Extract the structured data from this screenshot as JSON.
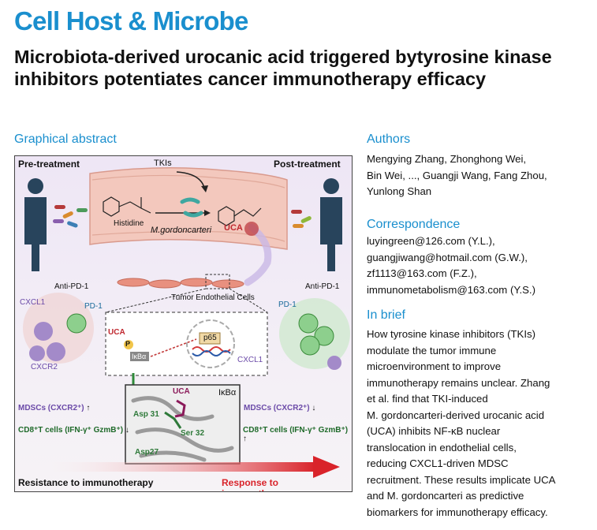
{
  "journal": "Cell Host & Microbe",
  "title": "Microbiota-derived urocanic acid triggered bytyrosine kinase inhibitors potentiates cancer immunotherapy efficacy",
  "graphical_abstract": {
    "heading": "Graphical abstract",
    "pre_treatment": "Pre-treatment",
    "post_treatment": "Post-treatment",
    "tkis": "TKIs",
    "histidine": "Histidine",
    "m_gordoncarteri": "M.gordoncarteri",
    "uca": "UCA",
    "tumor_endothelial_cells": "Tumor Endothelial Cells",
    "anti_pd1_left": "Anti-PD-1",
    "anti_pd1_right": "Anti-PD-1",
    "cxcl1_left": "CXCL1",
    "pd1_left": "PD-1",
    "pd1_right": "PD-1",
    "cxcr2": "CXCR2",
    "uca_inset": "UCA",
    "p": "P",
    "ikba": "IκBα",
    "p65": "p65",
    "cxcl1_inset": "CXCL1",
    "struct_ikba": "IκBα",
    "struct_uca": "UCA",
    "asp31": "Asp 31",
    "ser32": "Ser 32",
    "asp27": "Asp27",
    "mdsc_left": "MDSCs (CXCR2⁺)",
    "cd8_left": "CD8⁺T cells (IFN-γ⁺ GzmB⁺)",
    "mdsc_right": "MDSCs (CXCR2⁺)",
    "cd8_right": "CD8⁺T cells (IFN-γ⁺ GzmB⁺)",
    "resistance": "Resistance to immunotherapy",
    "response": "Response to immunotherapy",
    "arrow_up": "↑",
    "arrow_down": "↓"
  },
  "authors": {
    "heading": "Authors",
    "lines": [
      "Mengying Zhang, Zhonghong Wei,",
      "Bin Wei, ..., Guangji Wang, Fang Zhou,",
      "Yunlong Shan"
    ]
  },
  "correspondence": {
    "heading": "Correspondence",
    "lines": [
      "luyingreen@126.com (Y.L.),",
      "guangjiwang@hotmail.com (G.W.),",
      "zf1113@163.com (F.Z.),",
      "immunometabolism@163.com (Y.S.)"
    ]
  },
  "in_brief": {
    "heading": "In brief",
    "lines": [
      "How tyrosine kinase inhibitors (TKIs)",
      "modulate the tumor immune",
      "microenvironment to improve",
      "immunotherapy remains unclear. Zhang",
      "et al. find that TKI-induced",
      "M. gordoncarteri-derived urocanic acid",
      "(UCA) inhibits NF-κB nuclear",
      "translocation in endothelial cells,",
      "reducing CXCL1-driven MDSC",
      "recruitment. These results implicate UCA",
      "and M. gordoncarteri as predictive",
      "biomarkers for immunotherapy efficacy."
    ]
  }
}
